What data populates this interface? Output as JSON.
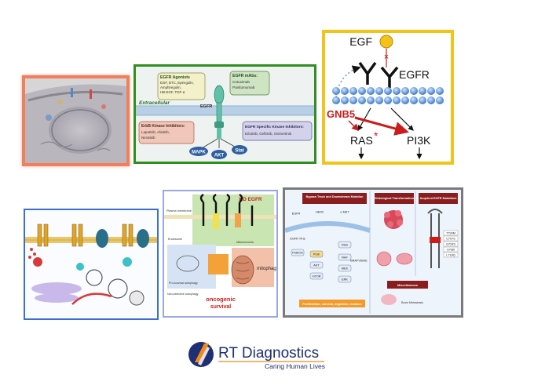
{
  "panel2": {
    "egfr_agonists_title": "EGFR Agonists",
    "egfr_agonists_lines": [
      "EGF, BTC, Epiregulin,",
      "Amphiregulin,",
      "HB-EGF, TGF-α"
    ],
    "mabs_title": "EGFR mAbs:",
    "mabs_lines": [
      "Cetuximab",
      "Panitumumab"
    ],
    "extracellular": "Extracellular",
    "receptor": "EGFR",
    "erbb_title": "ErbB Kinase Inhibitors:",
    "erbb_lines": [
      "Lapatinib, Afatinib,",
      "Neratinib"
    ],
    "specific_title": "EGFR Specific Kinase Inhibitors:",
    "specific_lines": [
      "Erlotinib, Gefitinib, Osimertinib"
    ],
    "mapk": "MAPK",
    "akt": "AKT",
    "stat": "Stat"
  },
  "panel3": {
    "egf": "EGF",
    "egfr": "EGFR",
    "gnb5": "GNB5",
    "ras": "RAS",
    "ras_star": "*",
    "pi3k": "PI3K",
    "cross": "×"
  },
  "panel5": {
    "kd_egfr": "KD EGFR",
    "plasma_membrane": "Plasma membrane",
    "endosome": "Endosome",
    "mitochondria": "Mitochondria",
    "mitophagy": "mitophagy",
    "oncogenic": "oncogenic",
    "survival": "survival",
    "pro_survival_autophagy": "Pro-survival autophagy",
    "non_selective_autophagy": "Non-selective autophagy"
  },
  "panel6": {
    "box1_title": "Bypass Track and Downstream Mutation",
    "box2_title": "Histological Transformation",
    "box3_title": "Acquired EGFR Mutations",
    "misc_title": "Miscellaneous",
    "brain": "Brain Metastasis",
    "outcome": "Proliferation, survival, migration, invasion",
    "nodes": [
      "EGFR",
      "HER2",
      "c-MET",
      "PI3KCA",
      "PI3K",
      "RAS",
      "AKT",
      "RAF",
      "mTOR",
      "MEK",
      "ERK",
      "BRAFV600E",
      "EGFR TKIs"
    ],
    "mutations": [
      "T790M",
      "C797S",
      "G724S",
      "S768I",
      "L718Q"
    ]
  },
  "logo": {
    "brand": "RT Diagnostics",
    "tagline": "Caring Human Lives",
    "colors": {
      "navy": "#1f2f73",
      "orange": "#f28a1a"
    }
  },
  "colors": {
    "panel1_border": "#f07f5c",
    "panel2_border": "#2f8f1f",
    "panel3_border": "#f0c419",
    "panel4_border": "#3a6fd0",
    "panel5_border": "#9aa6e8",
    "panel6_border": "#7a7a7a",
    "gnb5_red": "#cc1b1b"
  }
}
